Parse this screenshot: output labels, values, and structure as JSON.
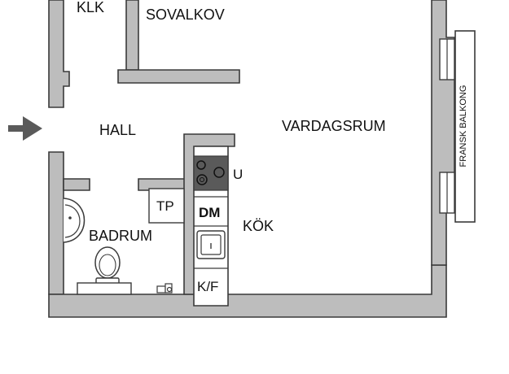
{
  "rooms": {
    "klk": "KLK",
    "sovalkov": "SOVALKOV",
    "hall": "HALL",
    "vardagsrum": "VARDAGSRUM",
    "badrum": "BADRUM",
    "kok": "KÖK"
  },
  "fixtures": {
    "u": "U",
    "tp": "TP",
    "dm": "DM",
    "kf": "K/F"
  },
  "balcony": {
    "label": "FRANSK BALKONG"
  },
  "colors": {
    "wall": "#bdbdbd",
    "wall_outline": "#3a3a3a",
    "stove": "#5a5a5a",
    "arrow": "#5a5a5a"
  },
  "icons": {
    "entrance": "arrow-right-icon"
  }
}
